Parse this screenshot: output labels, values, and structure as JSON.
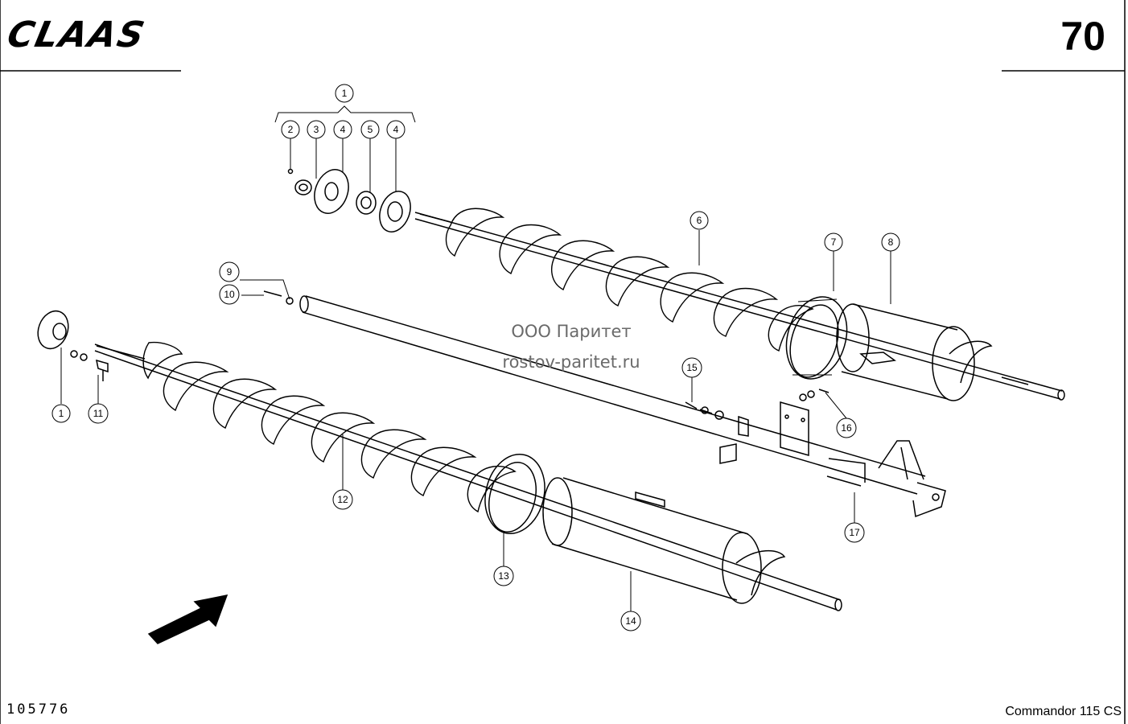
{
  "header": {
    "brand": "CLAAS",
    "page_number": "70"
  },
  "footer": {
    "drawing_number": "105776",
    "model": "Commandor 115 CS"
  },
  "watermark": {
    "line1": "ООО Паритет",
    "line2": "rostov-paritet.ru"
  },
  "callouts": [
    "1",
    "2",
    "3",
    "4",
    "5",
    "4",
    "6",
    "7",
    "8",
    "9",
    "10",
    "1",
    "11",
    "12",
    "13",
    "14",
    "15",
    "16",
    "17"
  ]
}
